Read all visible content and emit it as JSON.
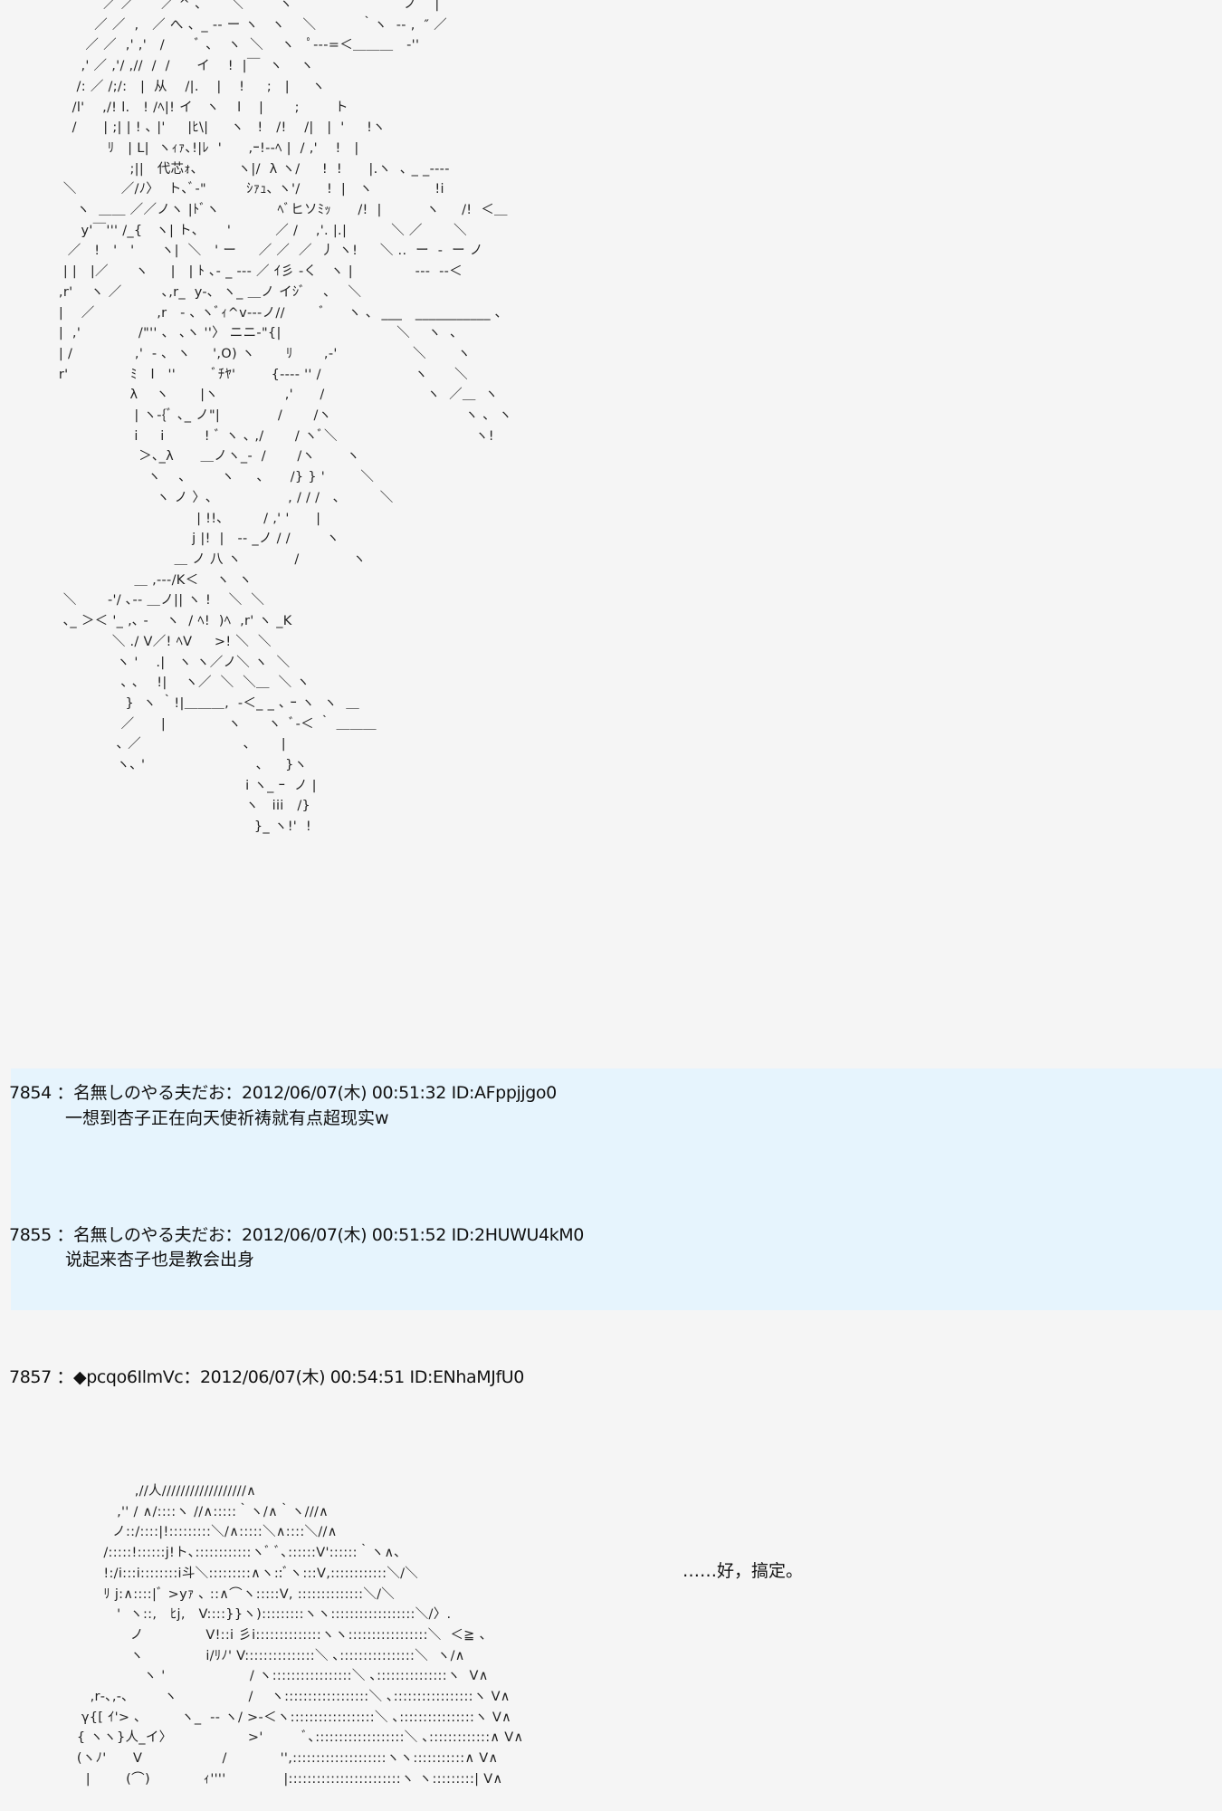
{
  "aa_top": [
    "           ／ ／      ／ ^ 、     ＼        ヽ                         ノ    |",
    "         ／ ／  ,   ／ へ 、_ -‐ ー ヽ   ヽ    ＼          ｀ヽ  ‐‐ ,  ″ ／",
    "       ／ ／  ,' ,'   /       ﾞ 、  ヽ  ＼    ヽ   ﾟ‐‐‐=＜＿＿＿   ‐''",
    "      ,' ／ ,'/ ,//  /  /      イ    !  |￣  ヽ    ヽ",
    "     /: ／ /;/:   |  从    /|.    |    !     ;   |     ヽ",
    "    /l'    ,/! l.   ! /ﾍ|! イ   ヽ    l    |       ;        ト",
    "    /      | ;| | ! ､ |'     |ﾋ\\|     ヽ   !   /!    /|   |  '     !ヽ",
    "            ﾘ   | L|  ヽｨｧ､!|ﾚ  '      ,ｰ!-‐ﾍ |  / ,'    !   |",
    "                 ;||   代芯ｫ､         ヽ|/  λ ヽ/     !  !      |.ヽ  ､ _ _--‐‐",
    "  ＼          ／/ﾉ〉  ト､ﾞ‐\"         ｼｧｭ､ ヽ'/      !  |   ヽ              !i",
    "     ヽ  ＿＿ ／／ノヽ |ﾄﾞヽ             ﾍﾞヒソﾐｯ      /!  |          ヽ     /!  ＜＿",
    "      y'￣''' /_{   ヽ| ト、     '          ／ /    ,'. |.|          ＼ ／       ＼",
    "   ／   !   '   '      ヽ|  ＼   ' ー     ／ ／  ／  丿 ヽ!     ＼ ..  ー  -  ー ノ",
    "  | |   |／      ヽ     |   | ﾄ ､- _ ‐‐‐ ／ ｲ彡 ‐く   ヽ |              ‐‐‐  ‐‐＜",
    " ,r'    ヽ ／         ､,r_  y-､  ヽ_ ＿ノ イｼﾞ    ､    ＼",
    " |    ／              ,r   ‐ ､ ヽﾞｨ^v‐‐‐ノ//        ﾞ     ヽ ､  ___   ___________ ､",
    " |  ,'             /\"'' 、 ､ヽ ''〉 ニニ‐\"{|                          ＼    ヽ  ､",
    " | /              ,'  - ､  ヽ     ',O) ヽ       ﾘ       ,-'                 ＼       ヽ",
    " r'              ﾐ   l   ''        ﾞﾁﾔ'        {‐‐‐‐ '' /                     ヽ      ＼",
    "                 λ    ヽ       |ヽ               ,'      /                       ヽ  ／＿  ヽ",
    "                  | ヽ-{ﾞ ､_ ノ\"|             /       /ヽ                              ヽ ､  ヽ",
    "                  i     i         ! ﾞ ヽ ､ ,/       / ヽﾞ＼                               ヽ!",
    "                   ＞､_λ      ＿ノヽ_-  /       /ヽ       ヽ",
    "                     ヽ    ､        ヽ     ､      /} } '        ＼",
    "                       ヽ ノ 〉､                 , / / /   ､         ＼",
    "                                | !!､         / ,' '      |",
    "                               j |!  |   ‐‐ _ノ / /        ヽ",
    "                           ＿ ノ 八 ヽ            /            ヽ",
    "                  ＿ ,‐‐‐/K＜    ヽ  ヽ",
    "  ＼       ‐'/ ､‐‐ ＿ノ|| ヽ !    ＼  ＼",
    "  ､_ ＞＜ '_ ,､ ‐    ヽ  / ﾍ!  )ﾍ  ,r' ヽ _K",
    "             ＼ ./ V／! ﾍV     >! ＼  ＼",
    "              ヽ '    .|   ヽ ヽ／ノ＼ ヽ  ＼",
    "               ､ ､    !|    ヽ／  ＼  ＼＿  ＼ ヽ",
    "                }  ヽ ｀!|＿＿＿,  ‐＜_ _ ､ ｰ ヽ  ヽ  ＿",
    "               ／      |              ヽ      ヽ  ﾞ-＜ ｀ ＿＿＿",
    "              ､ ／                       ､       |",
    "              ヽ､ '                         ､     }ヽ",
    "                                           i ヽ_ ｰ  ノ |",
    "                                           ヽ   iii   /}",
    "                                             }_ ヽ!'  !"
  ],
  "posts": [
    {
      "number": "7854",
      "name": "名無しのやる夫だお",
      "date": "2012/06/07(木) 00:51:32",
      "id": "ID:AFppjjgo0",
      "body": "一想到杏子正在向天使祈祷就有点超现实w"
    },
    {
      "number": "7855",
      "name": "名無しのやる夫だお",
      "date": "2012/06/07(木) 00:51:52",
      "id": "ID:2HUWU4kM0",
      "body": "说起来杏子也是教会出身"
    },
    {
      "number": "7857",
      "name": "◆pcqo6IlmVc",
      "date": "2012/06/07(木) 00:54:51",
      "id": "ID:ENhaMJfU0",
      "speech": "……好，搞定。"
    }
  ],
  "separator": "：",
  "aa_bottom": [
    "              ,//人//////////////////∧",
    "          ,'' / ∧/::::ヽ //∧:::::｀ヽ/∧｀ヽ///∧",
    "         ノ::/::::|!:::::::::＼/∧:::::＼∧::::＼//∧",
    "       /:::::!::::::j!ト､::::::::::::ヽﾞ ﾞ､::::::V'::::::｀ヽ∧､",
    "       !:/i:::i::::::::i斗＼:::::::::∧ヽ::ﾞヽ:::V,::::::::::::＼/＼",
    "       ﾘ j:∧::::|ﾞ >yｧ ､ ::∧⌒ヽ:::::V, ::::::::::::::＼/＼",
    "          '  ヽ::,   ﾋj,   V::::}}ヽ):::::::::ヽヽ::::::::::::::::::＼/〉.",
    "             ノ              V!::i 彡i::::::::::::::ヽヽ:::::::::::::::::＼  ＜≧ 、",
    "             ヽ              i/ﾘﾉ' V:::::::::::::::＼ ､::::::::::::::::＼  ヽ/∧",
    "                ヽ '                   / ヽ:::::::::::::::::＼ ､:::::::::::::::ヽ  V∧",
    "    ,r‐､,-､        ヽ                /    ヽ::::::::::::::::::＼ ､:::::::::::::::::ヽ V∧",
    "  γ{[ ｲ'> ､         ヽ_  ‐- ヽ/ >‐＜ヽ::::::::::::::::::＼ ､::::::::::::::::ヽ V∧",
    " { ヽヽ}人_イ〉                 >'         ﾞ､:::::::::::::::::::＼ ､:::::::::::::∧ V∧",
    " (ヽﾉ'      V                  /            '',::::::::::::::::::::ヽヽ:::::::::::∧ V∧",
    "   |        (⌒)            ｨ''''             |::::::::::::::::::::::::ヽ ヽ:::::::::| V∧"
  ]
}
